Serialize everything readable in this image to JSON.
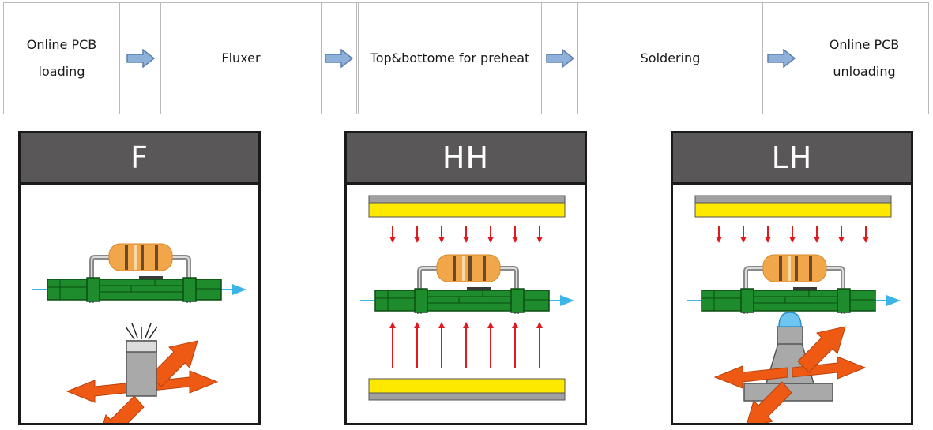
{
  "flow": {
    "steps": [
      {
        "line1": "Online PCB",
        "line2": "loading"
      },
      {
        "line1": "Fluxer",
        "line2": ""
      },
      {
        "line1": "Top&bottome for preheat",
        "line2": ""
      },
      {
        "line1": "Soldering",
        "line2": ""
      },
      {
        "line1": "Online PCB",
        "line2": "unloading"
      }
    ]
  },
  "panels": [
    {
      "label": "F"
    },
    {
      "label": "HH"
    },
    {
      "label": "LH"
    }
  ],
  "colors": {
    "header_bg": "#595757",
    "heater_yellow": "#fde800",
    "heater_gray": "#a0a0a0",
    "pcb_green": "#1e8c2c",
    "resistor_orange": "#f2a64a",
    "heat_arrow_red": "#e0191f",
    "flow_arrow_orange": "#ee5a14",
    "conveyor_blue": "#3bb4e8",
    "step_arrow_blue": "#8fb0d8"
  }
}
